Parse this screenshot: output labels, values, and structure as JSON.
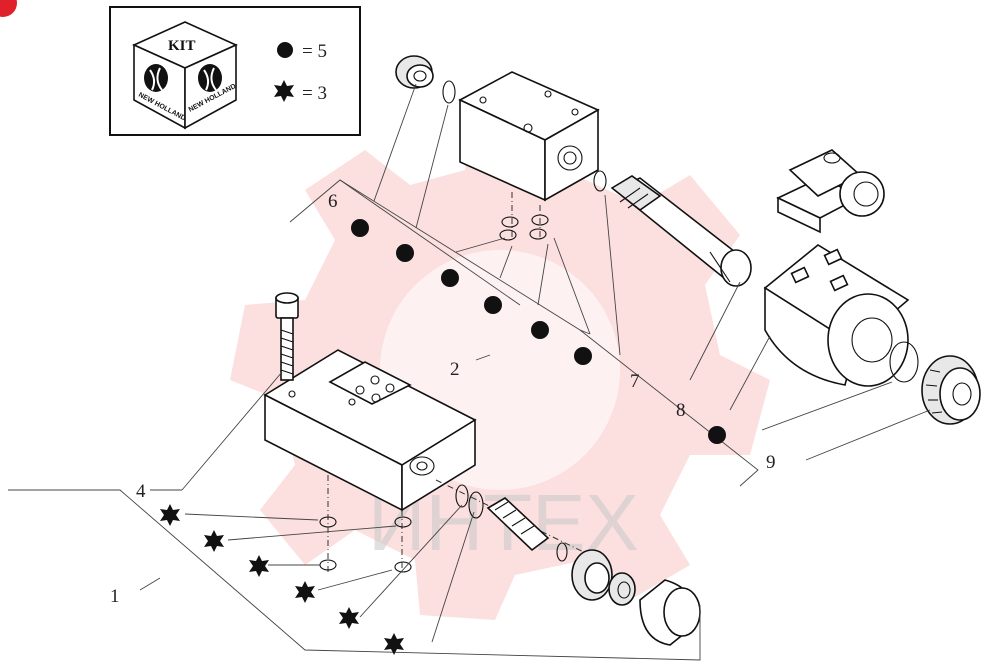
{
  "kit_legend": {
    "title": "KIT",
    "brand": "NEW HOLLAND",
    "dot_label": "= 5",
    "star_label": "= 3"
  },
  "callouts": {
    "c1": "1",
    "c2": "2",
    "c4": "4",
    "c6": "6",
    "c7": "7",
    "c8": "8",
    "c9": "9"
  },
  "watermark": "ИНТЕХ",
  "colors": {
    "ink": "#111111",
    "watermark_red": "#ee3b3b",
    "corner": "#e0202a"
  }
}
